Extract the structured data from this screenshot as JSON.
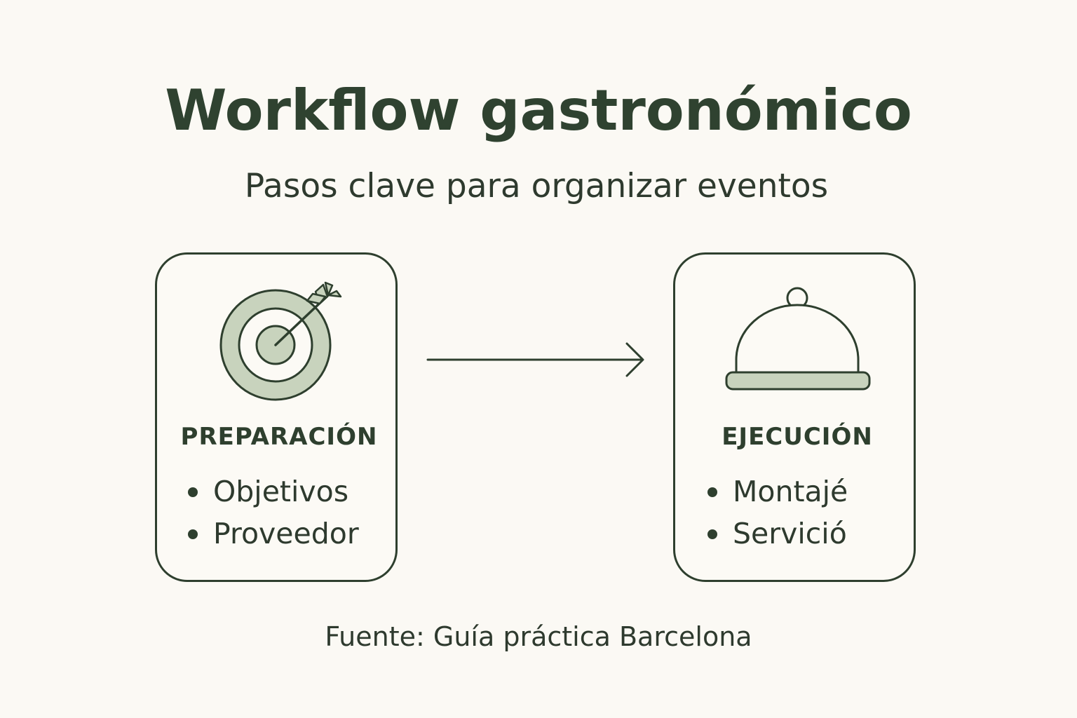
{
  "title": "Workflow gastronómico",
  "subtitle": "Pasos clave para organizar eventos",
  "colors": {
    "background": "#fbf9f4",
    "ink": "#2e3f2e",
    "accent_fill": "#c8d3bd"
  },
  "steps": [
    {
      "icon": "target-with-arrow-icon",
      "heading": "PREPARACIÓN",
      "items": [
        "Objetivos",
        "Proveedor"
      ]
    },
    {
      "icon": "serving-cloche-icon",
      "heading": "EJECUCIÓN",
      "items": [
        "Montajé",
        "Servició"
      ]
    }
  ],
  "connector": "arrow-right-icon",
  "source": "Fuente: Guía práctica Barcelona"
}
